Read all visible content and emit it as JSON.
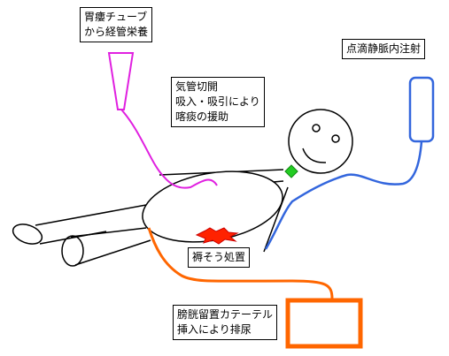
{
  "colors": {
    "stroke": "#000000",
    "tube": "#e020e0",
    "iv": "#3366dd",
    "catheter": "#ff6600",
    "airway": "#22cc22",
    "sore": "#ff2200"
  },
  "labels": {
    "gastrostomy": [
      "胃瘻チューブ",
      "から経管栄養"
    ],
    "tracheotomy": [
      "気管切開",
      "吸入・吸引により",
      "喀痰の援助"
    ],
    "iv_drip": [
      "点滴静脈内注射"
    ],
    "bedsore": [
      "褥そう処置"
    ],
    "catheter": [
      "膀胱留置カテーテル",
      "挿入により排尿"
    ]
  }
}
